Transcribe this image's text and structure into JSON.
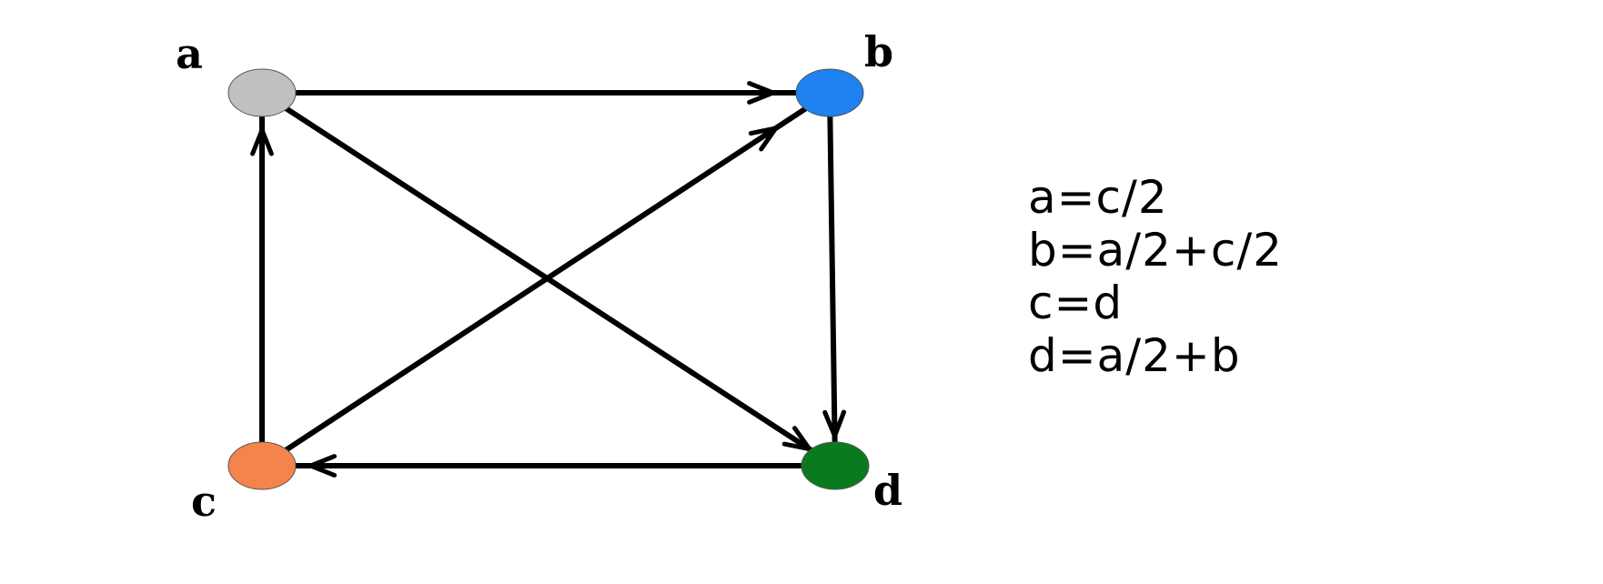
{
  "graph": {
    "nodes": [
      {
        "id": "a",
        "label": "a",
        "color": "#c0c0c0"
      },
      {
        "id": "b",
        "label": "b",
        "color": "#1e82f0"
      },
      {
        "id": "c",
        "label": "c",
        "color": "#f4844c"
      },
      {
        "id": "d",
        "label": "d",
        "color": "#0a7a1e"
      }
    ],
    "edges": [
      {
        "from": "a",
        "to": "b"
      },
      {
        "from": "a",
        "to": "d"
      },
      {
        "from": "b",
        "to": "d"
      },
      {
        "from": "c",
        "to": "a"
      },
      {
        "from": "c",
        "to": "b"
      },
      {
        "from": "d",
        "to": "c"
      }
    ]
  },
  "equations": [
    "a=c/2",
    "b=a/2+c/2",
    "c=d",
    "d=a/2+b"
  ]
}
